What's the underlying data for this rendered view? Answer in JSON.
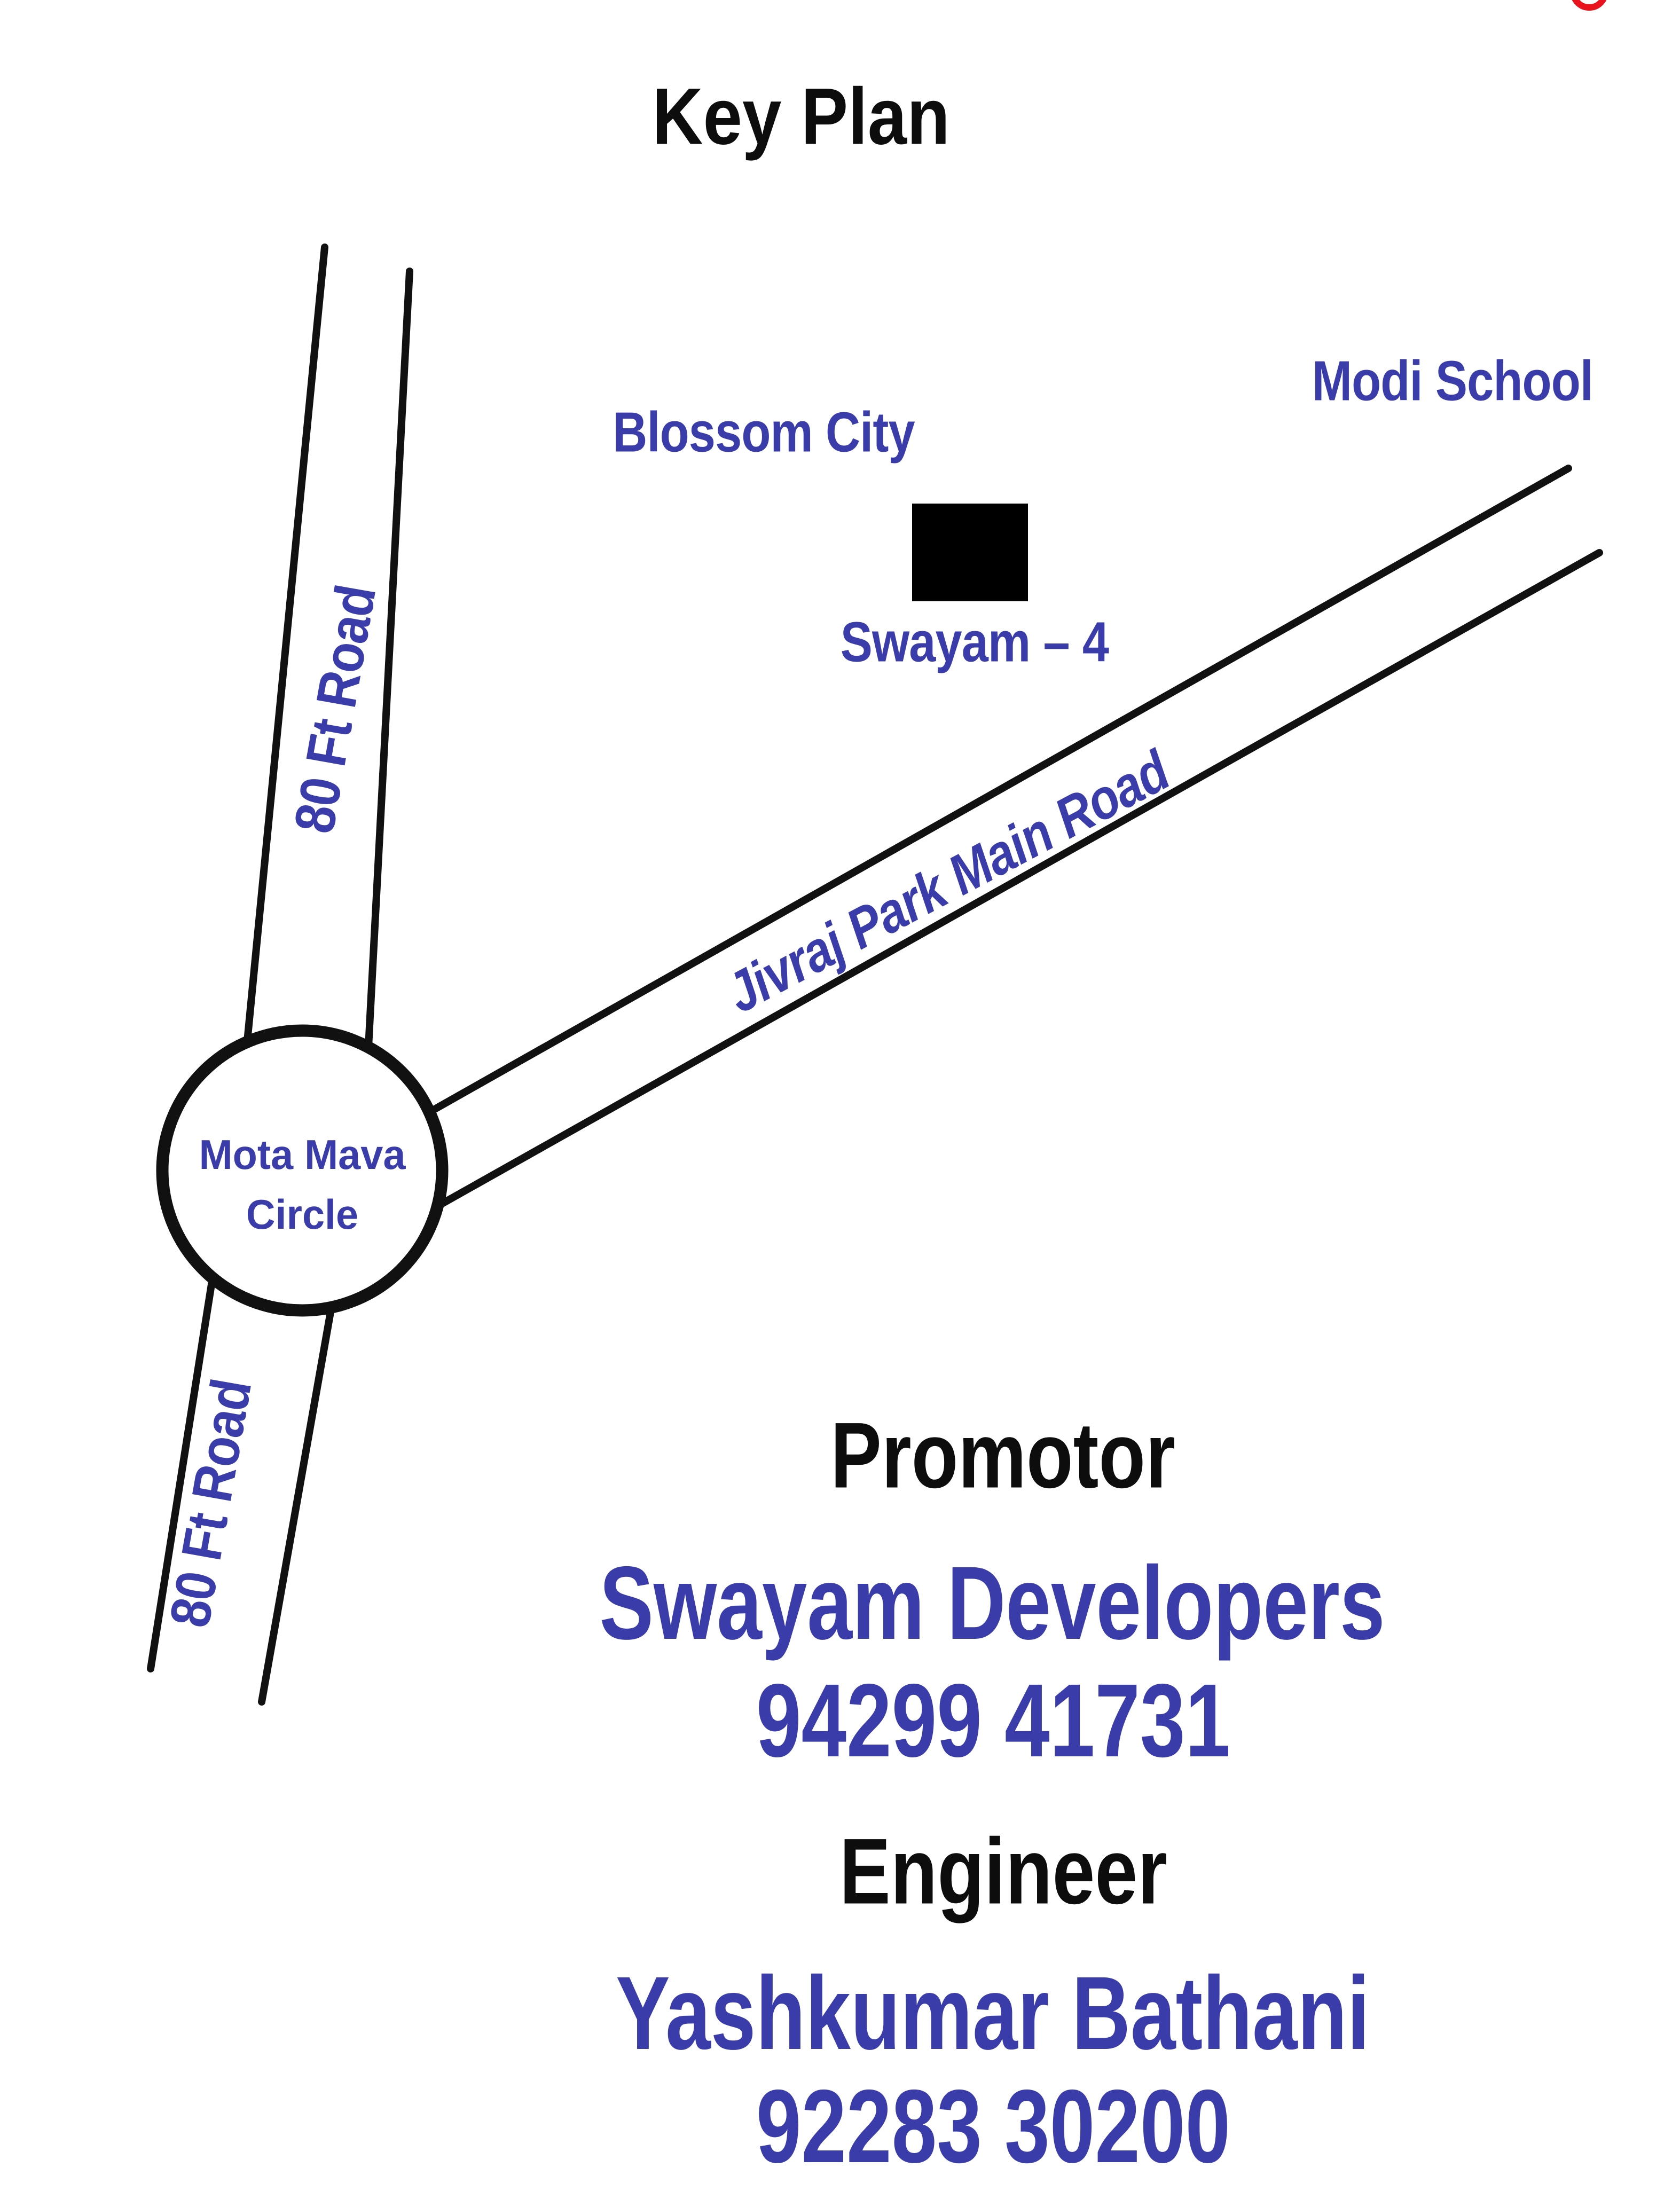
{
  "title": "Key Plan",
  "map": {
    "labels": {
      "blossom_city": "Blossom City",
      "modi_school": "Modi School",
      "swayam_building": "Swayam – 4",
      "jivraj_road": "Jivraj Park Main Road",
      "road_80ft_upper": "80 Ft Road",
      "road_80ft_lower": "80 Ft Road",
      "junction_line1": "Mota Mava",
      "junction_line2": "Circle"
    },
    "colors": {
      "label_blue": "#3a3caa",
      "road_black": "#111111",
      "building_black": "#000000",
      "mark_red": "#e8131c"
    }
  },
  "promoter": {
    "heading": "Promotor",
    "name": "Swayam Developers",
    "phone": "94299 41731"
  },
  "engineer": {
    "heading": "Engineer",
    "name": "Yashkumar Bathani",
    "phone": "92283 30200"
  }
}
